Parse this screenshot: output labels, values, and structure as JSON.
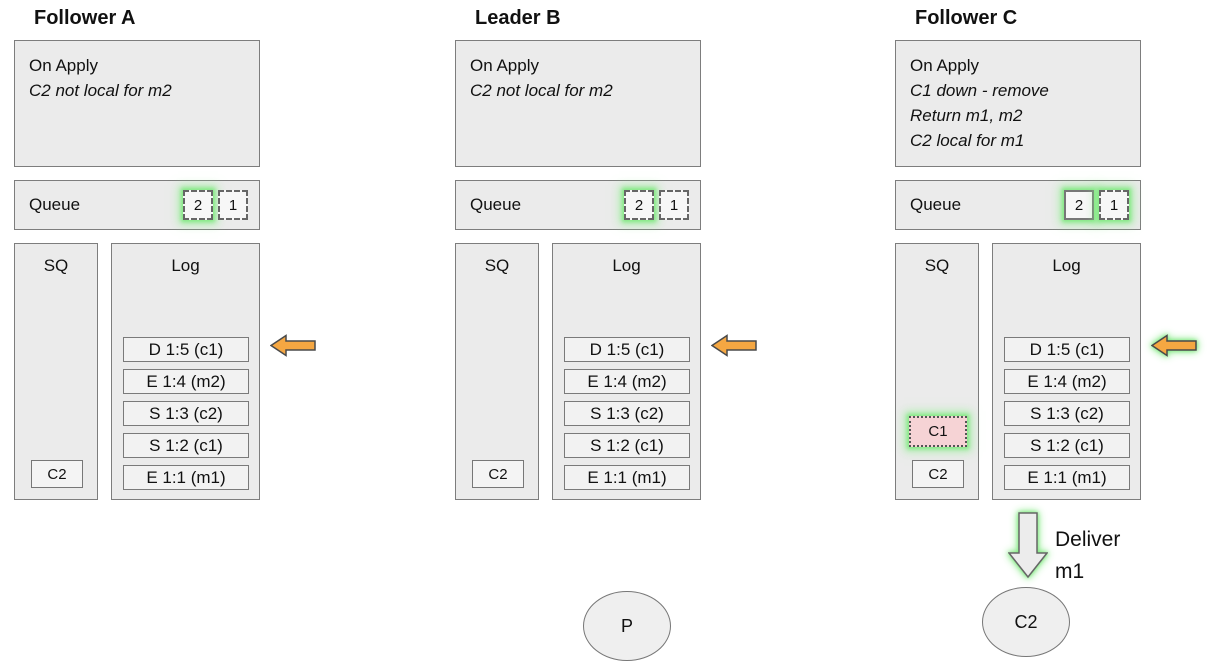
{
  "panels": [
    {
      "title": "Follower A",
      "on_apply": {
        "heading": "On Apply",
        "notes": [
          "C2 not local for m2"
        ]
      },
      "queue": {
        "label": "Queue",
        "items": [
          {
            "value": "2"
          },
          {
            "value": "1"
          }
        ]
      },
      "sq": {
        "label": "SQ",
        "slots": {
          "c2": "C2"
        }
      },
      "log": {
        "label": "Log",
        "entries": [
          "D 1:5 (c1)",
          "E 1:4 (m2)",
          "S 1:3 (c2)",
          "S 1:2 (c1)",
          "E 1:1 (m1)"
        ]
      }
    },
    {
      "title": "Leader B",
      "on_apply": {
        "heading": "On Apply",
        "notes": [
          "C2 not local for m2"
        ]
      },
      "queue": {
        "label": "Queue",
        "items": [
          {
            "value": "2"
          },
          {
            "value": "1"
          }
        ]
      },
      "sq": {
        "label": "SQ",
        "slots": {
          "c2": "C2"
        }
      },
      "log": {
        "label": "Log",
        "entries": [
          "D 1:5 (c1)",
          "E 1:4 (m2)",
          "S 1:3 (c2)",
          "S 1:2 (c1)",
          "E 1:1 (m1)"
        ]
      },
      "process_ellipse": "P"
    },
    {
      "title": "Follower C",
      "on_apply": {
        "heading": "On Apply",
        "notes": [
          "C1 down - remove",
          "Return m1, m2",
          "C2 local for m1"
        ]
      },
      "queue": {
        "label": "Queue",
        "items": [
          {
            "value": "2"
          },
          {
            "value": "1"
          }
        ]
      },
      "sq": {
        "label": "SQ",
        "slots": {
          "c1": "C1",
          "c2": "C2"
        }
      },
      "log": {
        "label": "Log",
        "entries": [
          "D 1:5 (c1)",
          "E 1:4 (m2)",
          "S 1:3 (c2)",
          "S 1:2 (c1)",
          "E 1:1 (m1)"
        ]
      },
      "deliver": {
        "line1": "Deliver",
        "line2": "m1"
      },
      "consumer_ellipse": "C2"
    }
  ],
  "colors": {
    "accent_orange": "#F5A742",
    "glow_green": "#7DE87D",
    "highlight_pink": "#F6D3D5",
    "panel_fill": "#EBEBEB"
  }
}
